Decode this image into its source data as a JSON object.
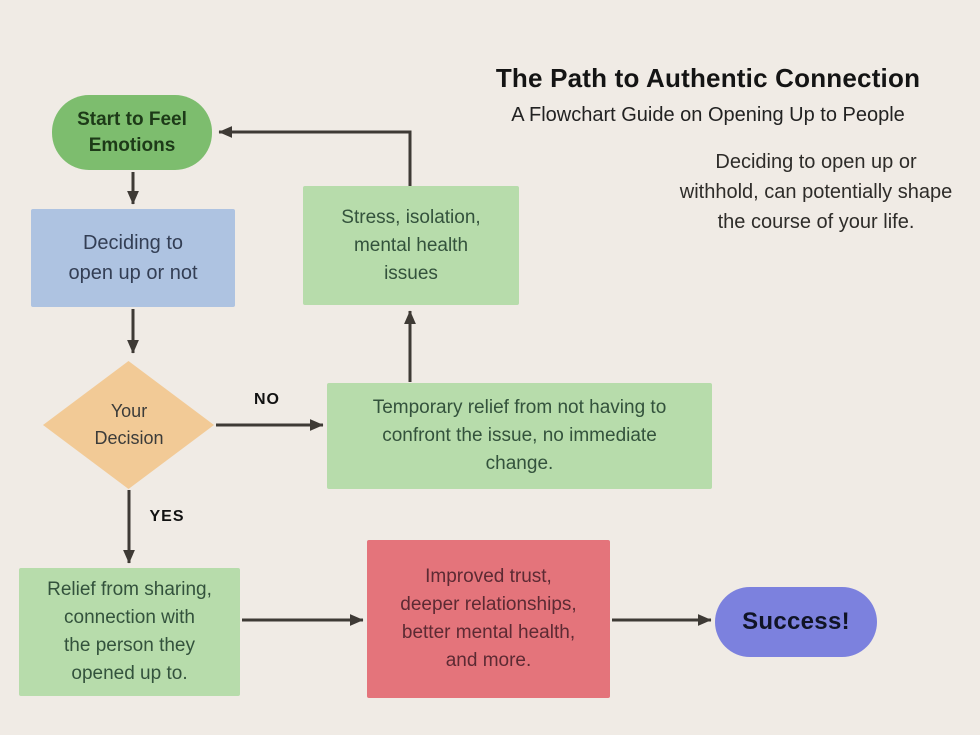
{
  "canvas": {
    "background": "#f0ebe5",
    "arrow_color": "#3e3a35"
  },
  "header": {
    "title": "The Path to Authentic Connection",
    "subtitle": "A Flowchart Guide on Opening Up to People",
    "description": [
      "Deciding to open up or",
      "withhold, can potentially shape",
      "the course of your life."
    ]
  },
  "nodes": {
    "start": {
      "type": "terminator",
      "label": [
        "Start to Feel",
        "Emotions"
      ],
      "fill": "#7dbd6e",
      "text_color": "#1d3a18"
    },
    "deciding": {
      "type": "process",
      "label": [
        "Deciding to",
        "open up or not"
      ],
      "fill": "#aec3e1",
      "text_color": "#333e54"
    },
    "stress": {
      "type": "process",
      "label": [
        "Stress, isolation,",
        "mental health",
        "issues"
      ],
      "fill": "#b7dcab",
      "text_color": "#33523c"
    },
    "decision": {
      "type": "decision",
      "label": [
        "Your",
        "Decision"
      ],
      "fill": "#f2ca96",
      "text_color": "#3c3c3a"
    },
    "temporary_relief": {
      "type": "process",
      "label": [
        "Temporary relief from not having to",
        "confront the issue, no immediate",
        "change."
      ],
      "fill": "#b7dcab",
      "text_color": "#33523c"
    },
    "relief_sharing": {
      "type": "process",
      "label": [
        "Relief from sharing,",
        "connection with",
        "the person they",
        "opened up to."
      ],
      "fill": "#b7dcab",
      "text_color": "#33523c"
    },
    "improved": {
      "type": "process",
      "label": [
        "Improved trust,",
        "deeper relationships,",
        "better mental health,",
        "and more."
      ],
      "fill": "#e4747b",
      "text_color": "#5c2a33"
    },
    "success": {
      "type": "terminator",
      "label": "Success!",
      "fill": "#7c81de",
      "text_color": "#101426"
    }
  },
  "edges": {
    "no_label": "NO",
    "yes_label": "YES"
  }
}
